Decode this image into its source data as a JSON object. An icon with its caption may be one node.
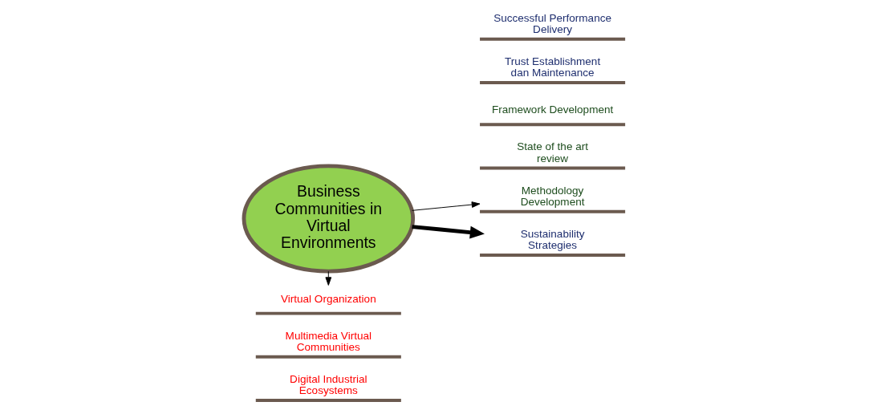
{
  "diagram": {
    "nodes": [
      {
        "text": [
          "Business Communities in Virtual Environments"
        ]
      },
      {
        "text": [
          "Digital Industrial Ecosystems"
        ]
      },
      {
        "text": [
          "Multimedia Virtual Communities"
        ]
      },
      {
        "text": [
          "Virtual Organization"
        ]
      },
      {
        "text": [
          "State of the art review"
        ]
      },
      {
        "text": [
          "Methodology Development"
        ]
      },
      {
        "text": [
          "Framework Development"
        ]
      },
      {
        "text": [
          "Trust Establishment dan Maintenance"
        ]
      },
      {
        "text": [
          "Sustainability Strategies"
        ]
      },
      {
        "text": [
          "Successful Performance Delivery"
        ]
      }
    ],
    "edges": [
      {
        "from": 0,
        "to": 3,
        "arrow": "to"
      },
      {
        "from": 0,
        "to": 5,
        "arrow": "to"
      },
      {
        "from": 0,
        "to": 8,
        "arrow": "to",
        "style": "thick"
      }
    ]
  }
}
